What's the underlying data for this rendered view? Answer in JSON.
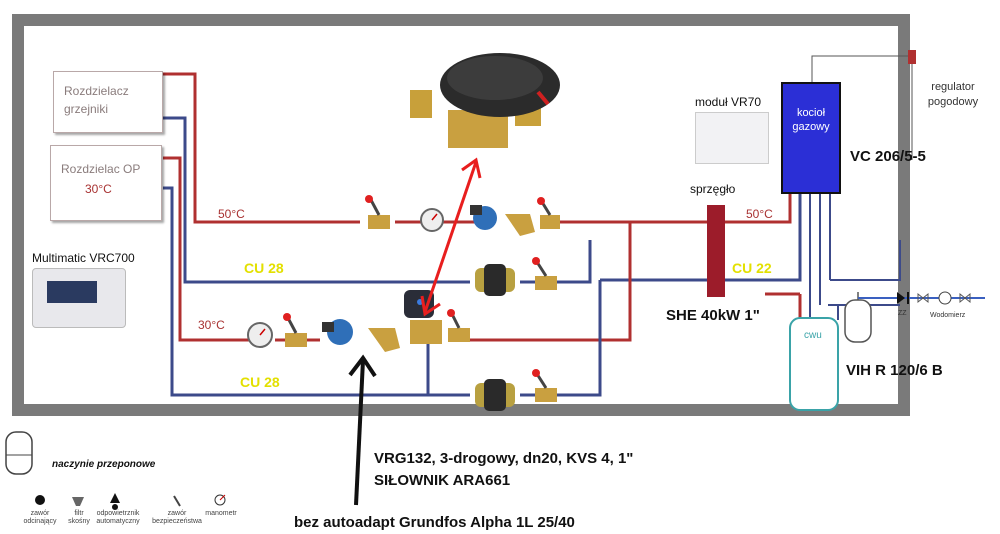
{
  "labels": {
    "rozdzielacz_grzejniki": "Rozdzielacz grzejniki",
    "rozdzielac_op": "Rozdzielac OP",
    "op_temp": "30°C",
    "multimatic": "Multimatic VRC700",
    "modul": "moduł  VR70",
    "kociol": "kocioł gazowy",
    "kociol_model": "VC 206/5-5",
    "regulator": "regulator pogodowy",
    "sprzeglo": "sprzęgło",
    "she": "SHE 40kW 1\"",
    "cwu": "cwu",
    "vih": "VIH R 120/6 B",
    "temp_50_left": "50°C",
    "temp_50_right": "50°C",
    "temp_30": "30°C",
    "cu28_top": "CU 28",
    "cu28_bottom": "CU 28",
    "cu22": "CU 22",
    "zz": "ZZ",
    "wodomierz": "Wodomierz",
    "naczynie": "naczynie przeponowe",
    "valve_line1": "VRG132, 3-drogowy, dn20, KVS 4, 1\"",
    "valve_line2": "SIŁOWNIK ARA661",
    "pump_line": "bez autoadapt Grundfos Alpha 1L 25/40"
  },
  "legend": [
    {
      "label": "zawór odcinający",
      "icon": "shutoff-valve-icon"
    },
    {
      "label": "filtr skośny",
      "icon": "y-filter-icon"
    },
    {
      "label": "odpowietrznik automatyczny",
      "icon": "air-vent-icon"
    },
    {
      "label": "zawór bezpieczeństwa",
      "icon": "safety-valve-icon"
    },
    {
      "label": "manometr",
      "icon": "manometer-icon"
    }
  ],
  "colors": {
    "frame": "#7a7a7a",
    "supply": "#b03030",
    "return": "#3c4a8a",
    "boiler": "#2b2fd6",
    "arrow_red": "#e81e1e",
    "cu_label": "#e3e000"
  }
}
